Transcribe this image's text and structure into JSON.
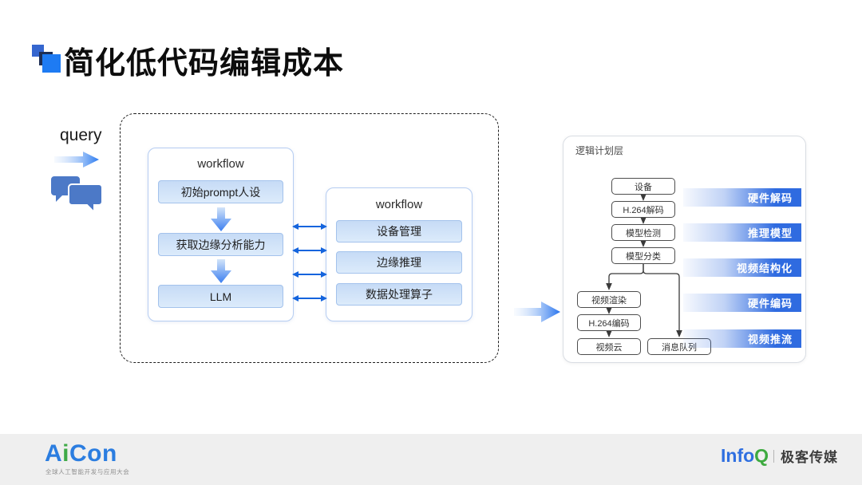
{
  "slide": {
    "title": "简化低代码编辑成本"
  },
  "query": {
    "label": "query"
  },
  "left_workflow": {
    "title": "workflow",
    "nodes": [
      "初始prompt人设",
      "获取边缘分析能力",
      "LLM"
    ]
  },
  "right_workflow": {
    "title": "workflow",
    "nodes": [
      "设备管理",
      "边缘推理",
      "数据处理算子"
    ]
  },
  "logical_plan": {
    "title": "逻辑计划层",
    "chain": [
      "设备",
      "H.264解码",
      "模型检测",
      "模型分类"
    ],
    "left_branch": [
      "视频渲染",
      "H.264编码",
      "视频云"
    ],
    "right_branch": [
      "消息队列"
    ],
    "stage_bars": [
      "硬件解码",
      "推理模型",
      "视频结构化",
      "硬件编码",
      "视频推流"
    ]
  },
  "footer": {
    "aicon_a": "A",
    "aicon_i": "i",
    "aicon_con": "Con",
    "aicon_tagline": "全球人工智能开发与应用大会",
    "infoq_info": "Info",
    "infoq_q": "Q",
    "infoq_media": "极客传媒"
  },
  "colors": {
    "accent_blue": "#2f6be0",
    "node_fill": "#d2e3f9",
    "logo_blue": "#2b7de0",
    "logo_green": "#3faa47",
    "chat_blue": "#4c79c7"
  }
}
